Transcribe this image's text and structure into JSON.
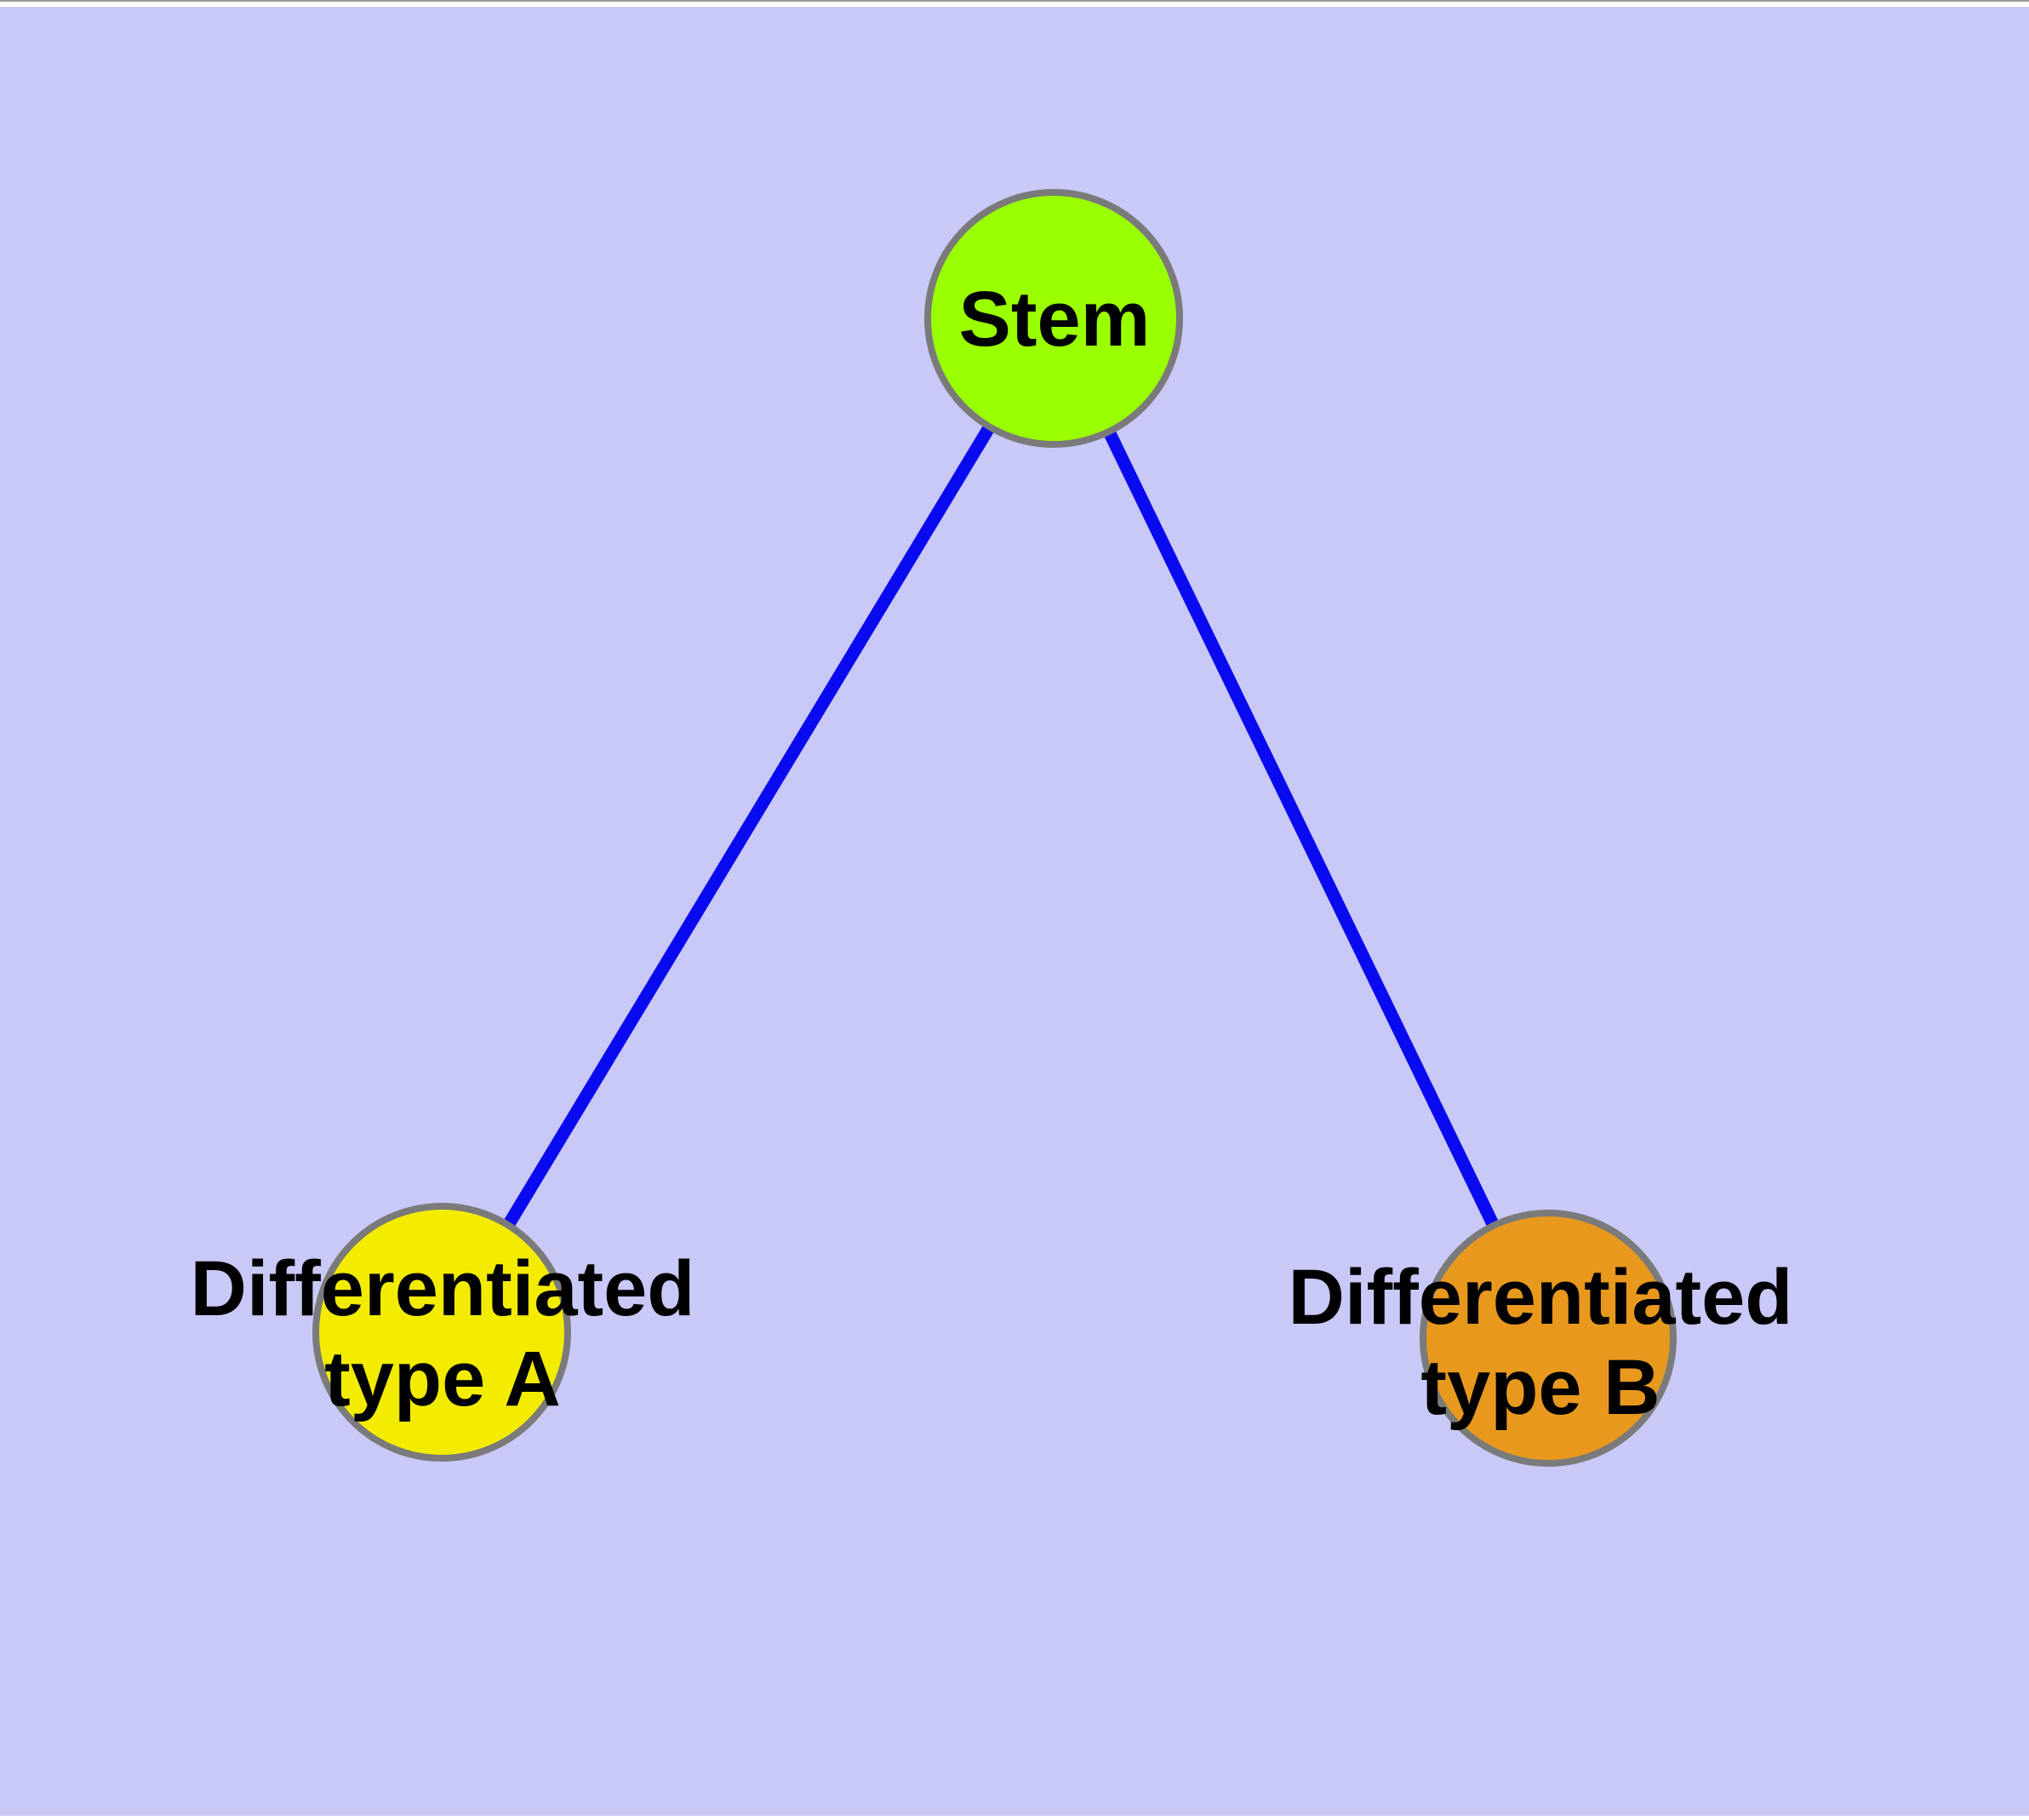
{
  "diagram": {
    "background_color": "#c9c9f8",
    "edge_color": "#0a0af0",
    "node_border_color": "#7a7a7a",
    "text_color": "#000000",
    "nodes": [
      {
        "id": "stem",
        "label": "Stem",
        "fill": "#9aff00"
      },
      {
        "id": "type-a",
        "label": "Differentiated\ntype A",
        "fill": "#f3ec00"
      },
      {
        "id": "type-b",
        "label": "Differentiated\ntype B",
        "fill": "#e8991d"
      }
    ],
    "edges": [
      {
        "from": "Stem",
        "to": "Differentiated type A"
      },
      {
        "from": "Stem",
        "to": "Differentiated type B"
      }
    ]
  }
}
